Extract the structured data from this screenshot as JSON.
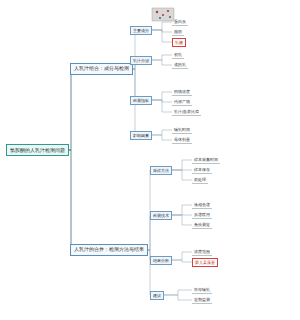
{
  "diagram": {
    "title": "氯胺酮的人乳汁检测问题",
    "nodes": [
      {
        "text": [
          "氯胺酮的人乳汁检测问题"
        ]
      },
      {
        "text": [
          "人乳汁组合：成分与检测"
        ]
      },
      {
        "text": [
          "人乳汁的合并：检测方法与结果"
        ]
      },
      {
        "text": [
          "主要成分"
        ]
      },
      {
        "text": [
          "乳汁分泌"
        ]
      },
      {
        "text": [
          "检测指标"
        ]
      },
      {
        "text": [
          "影响因素"
        ]
      },
      {
        "text": [
          "蛋白质"
        ]
      },
      {
        "text": [
          "脂肪"
        ]
      },
      {
        "text": [
          "乳糖"
        ]
      },
      {
        "text": [
          "初乳"
        ]
      },
      {
        "text": [
          "成熟乳"
        ]
      },
      {
        "text": [
          "药物浓度"
        ]
      },
      {
        "text": [
          "代谢产物"
        ]
      },
      {
        "text": [
          "乳汁/血浆比值"
        ]
      },
      {
        "text": [
          "哺乳时间"
        ]
      },
      {
        "text": [
          "母体剂量"
        ]
      },
      {
        "text": [
          "采样方法"
        ]
      },
      {
        "text": [
          "检测技术"
        ]
      },
      {
        "text": [
          "结果分析"
        ]
      },
      {
        "text": [
          "建议"
        ]
      },
      {
        "text": [
          "样本采集时间"
        ]
      },
      {
        "text": [
          "样本保存"
        ]
      },
      {
        "text": [
          "前处理"
        ]
      },
      {
        "text": [
          "液相色谱"
        ]
      },
      {
        "text": [
          "质谱联用"
        ]
      },
      {
        "text": [
          "免疫测定"
        ]
      },
      {
        "text": [
          "浓度范围"
        ]
      },
      {
        "text": [
          "婴儿暴露量"
        ]
      },
      {
        "text": [
          "暂停哺乳"
        ]
      },
      {
        "text": [
          "定期监测"
        ]
      }
    ],
    "edges": [
      {
        "from": 0,
        "to": 1,
        "arrow": "none"
      },
      {
        "from": 0,
        "to": 2,
        "arrow": "none"
      },
      {
        "from": 1,
        "to": 3,
        "arrow": "none"
      },
      {
        "from": 1,
        "to": 4,
        "arrow": "none"
      },
      {
        "from": 1,
        "to": 5,
        "arrow": "none"
      },
      {
        "from": 1,
        "to": 6,
        "arrow": "none"
      },
      {
        "from": 3,
        "to": 7,
        "arrow": "none"
      },
      {
        "from": 3,
        "to": 8,
        "arrow": "none"
      },
      {
        "from": 3,
        "to": 9,
        "arrow": "none"
      },
      {
        "from": 4,
        "to": 10,
        "arrow": "none"
      },
      {
        "from": 4,
        "to": 11,
        "arrow": "none"
      },
      {
        "from": 5,
        "to": 12,
        "arrow": "none"
      },
      {
        "from": 5,
        "to": 13,
        "arrow": "none"
      },
      {
        "from": 5,
        "to": 14,
        "arrow": "none"
      },
      {
        "from": 6,
        "to": 15,
        "arrow": "none"
      },
      {
        "from": 6,
        "to": 16,
        "arrow": "none"
      },
      {
        "from": 2,
        "to": 17,
        "arrow": "none"
      },
      {
        "from": 2,
        "to": 18,
        "arrow": "none"
      },
      {
        "from": 2,
        "to": 19,
        "arrow": "none"
      },
      {
        "from": 2,
        "to": 20,
        "arrow": "none"
      },
      {
        "from": 17,
        "to": 21,
        "arrow": "none"
      },
      {
        "from": 17,
        "to": 22,
        "arrow": "none"
      },
      {
        "from": 17,
        "to": 23,
        "arrow": "none"
      },
      {
        "from": 18,
        "to": 24,
        "arrow": "none"
      },
      {
        "from": 18,
        "to": 25,
        "arrow": "none"
      },
      {
        "from": 18,
        "to": 26,
        "arrow": "none"
      },
      {
        "from": 19,
        "to": 27,
        "arrow": "none"
      },
      {
        "from": 19,
        "to": 28,
        "arrow": "none"
      },
      {
        "from": 20,
        "to": 29,
        "arrow": "none"
      },
      {
        "from": 20,
        "to": 30,
        "arrow": "none"
      }
    ]
  }
}
